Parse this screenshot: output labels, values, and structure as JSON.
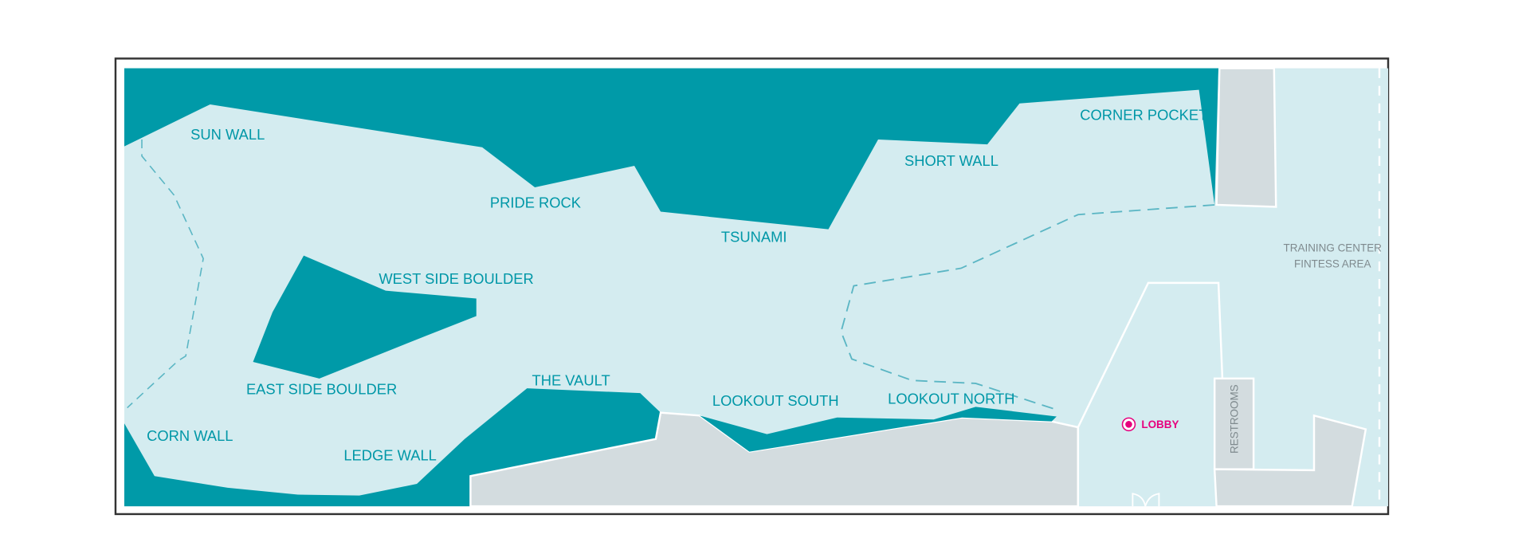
{
  "colors": {
    "wall": "#009aa8",
    "floor": "#d4ecf0",
    "room": "#d3dcdf",
    "lobby_marker": "#e6007e",
    "label": "#0097a7",
    "room_label": "#7f8a8e"
  },
  "walls": {
    "sun_wall": "SUN WALL",
    "pride_rock": "PRIDE ROCK",
    "tsunami": "TSUNAMI",
    "short_wall": "SHORT WALL",
    "corner_pocket": "CORNER POCKET",
    "west_side_boulder": "WEST SIDE BOULDER",
    "east_side_boulder": "EAST SIDE BOULDER",
    "the_vault": "THE VAULT",
    "lookout_south": "LOOKOUT SOUTH",
    "lookout_north": "LOOKOUT NORTH",
    "corn_wall": "CORN WALL",
    "ledge_wall": "LEDGE WALL"
  },
  "areas": {
    "lobby": "LOBBY",
    "restrooms": "RESTROOMS",
    "training_line1": "TRAINING CENTER",
    "training_line2": "FINTESS AREA"
  },
  "icons": {
    "lobby_marker": "you-are-here-icon",
    "door": "door-icon"
  }
}
